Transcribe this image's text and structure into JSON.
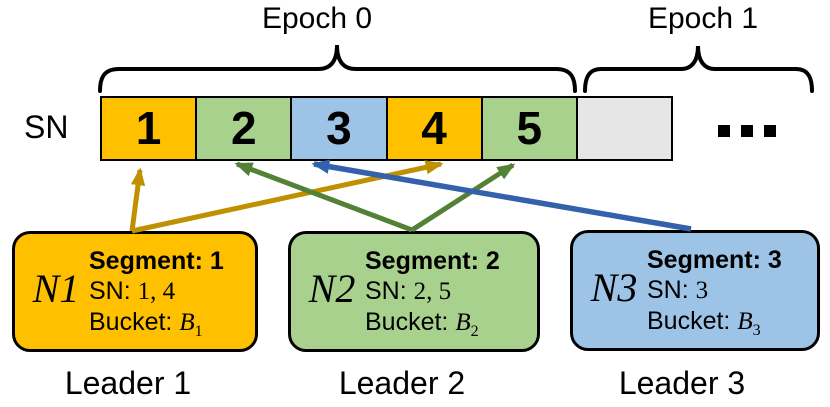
{
  "epochs": [
    {
      "label": "Epoch 0"
    },
    {
      "label": "Epoch 1"
    }
  ],
  "sn_row": {
    "axis_label": "SN",
    "ellipsis": "...",
    "blocks": [
      {
        "label": "1",
        "fill": "#FFC000"
      },
      {
        "label": "2",
        "fill": "#A9D18E"
      },
      {
        "label": "3",
        "fill": "#9DC3E6"
      },
      {
        "label": "4",
        "fill": "#FFC000"
      },
      {
        "label": "5",
        "fill": "#A9D18E"
      },
      {
        "label": "",
        "fill": "#E7E6E6"
      }
    ]
  },
  "nodes": [
    {
      "name": "N1",
      "fill": "#FFC000",
      "arrow_color": "#BF9000",
      "segment_label": "Segment:",
      "segment_value": "1",
      "sn_label": "SN:",
      "sn_value": "1, 4",
      "bucket_label": "Bucket:",
      "bucket_symbol": "B",
      "bucket_subscript": "1",
      "leader_label": "Leader 1"
    },
    {
      "name": "N2",
      "fill": "#A9D18E",
      "arrow_color": "#538135",
      "segment_label": "Segment:",
      "segment_value": "2",
      "sn_label": "SN:",
      "sn_value": "2, 5",
      "bucket_label": "Bucket:",
      "bucket_symbol": "B",
      "bucket_subscript": "2",
      "leader_label": "Leader 2"
    },
    {
      "name": "N3",
      "fill": "#9DC3E6",
      "arrow_color": "#3461AC",
      "segment_label": "Segment:",
      "segment_value": "3",
      "sn_label": "SN:",
      "sn_value": "3",
      "bucket_label": "Bucket:",
      "bucket_symbol": "B",
      "bucket_subscript": "3",
      "leader_label": "Leader 3"
    }
  ]
}
